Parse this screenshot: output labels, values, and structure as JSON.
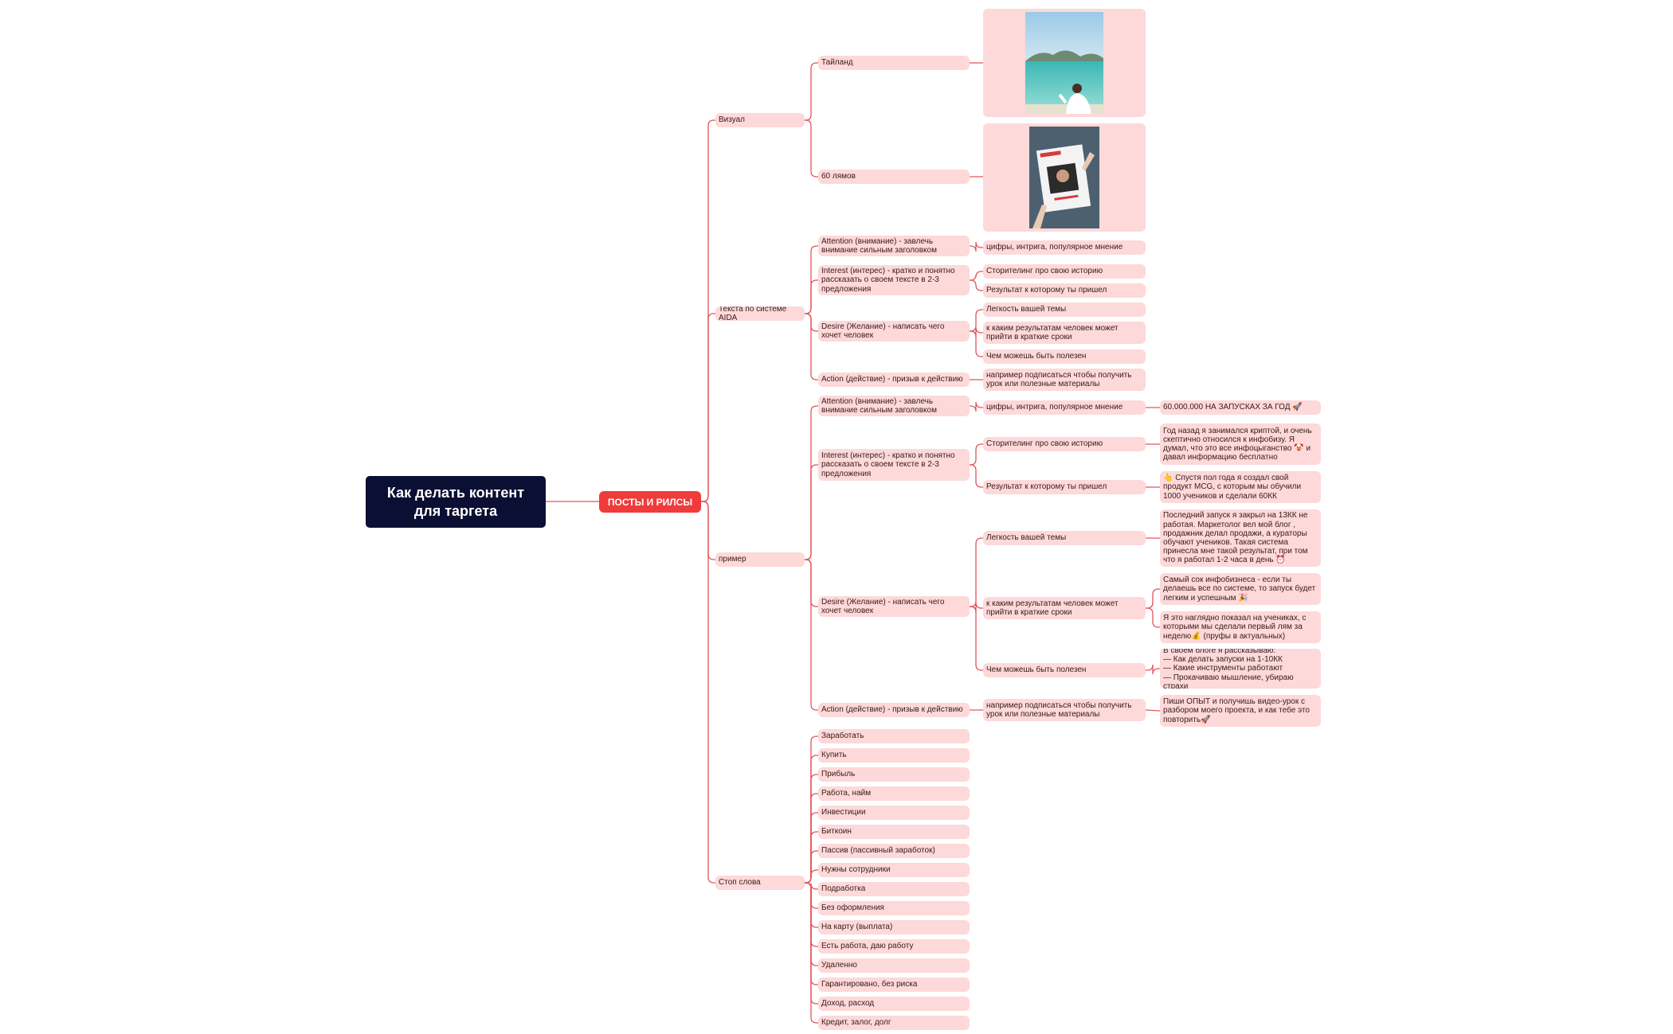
{
  "root": {
    "title": "Как делать контент\nдля таргета"
  },
  "hub": {
    "label": "ПОСТЫ И РИЛСЫ"
  },
  "branches": {
    "vizual": {
      "label": "Визуал",
      "children": [
        "Тайланд",
        "60 лямов"
      ]
    },
    "aida": {
      "label": "Текста по системе AIDA",
      "items": [
        {
          "label": "Attention (внимание) - завлечь внимание сильным заголовком",
          "children": [
            "цифры, интрига, популярное мнение"
          ]
        },
        {
          "label": "Interest (интерес) - кратко и понятно рассказать о своем тексте в 2-3 предложения",
          "children": [
            "Сторителинг про свою историю",
            "Результат к которому ты пришел"
          ]
        },
        {
          "label": "Desire (Желание) - написать чего хочет человек",
          "children": [
            "Легкость вашей темы",
            "к каким результатам человек может прийти в краткие сроки",
            "Чем можешь быть полезен"
          ]
        },
        {
          "label": "Action (действие) - призыв к действию",
          "children": [
            "например подписаться чтобы получить урок или полезные материалы"
          ]
        }
      ]
    },
    "primer": {
      "label": "пример",
      "items": [
        {
          "label": "Attention (внимание) - завлечь внимание сильным заголовком",
          "children": [
            {
              "label": "цифры, интрига, популярное мнение",
              "examples": [
                "60.000.000 НА ЗАПУСКАХ ЗА ГОД 🚀"
              ]
            }
          ]
        },
        {
          "label": "Interest (интерес) - кратко и понятно рассказать о своем тексте в 2-3 предложения",
          "children": [
            {
              "label": "Сторителинг про свою историю",
              "examples": [
                "Год назад я занимался криптой, и очень скептично относился к инфобизу. Я думал, что это все инфоцыганство 🤡 и давал информацию бесплатно"
              ]
            },
            {
              "label": "Результат к которому ты пришел",
              "examples": [
                "👆 Спустя пол года я создал свой продукт MCG, с которым мы обучили 1000 учеников и сделали 60КК"
              ]
            }
          ]
        },
        {
          "label": "Desire (Желание) - написать чего хочет человек",
          "children": [
            {
              "label": "Легкость вашей темы",
              "examples": [
                "Последний запуск я закрыл на 13КК не работая. Маркетолог вел мой блог , продажник делал продажи, а кураторы обучают учеников. Такая система принесла мне такой результат, при том что я работал 1-2 часа в день ⏰"
              ]
            },
            {
              "label": "к каким результатам человек может прийти в краткие сроки",
              "examples": [
                "Самый сок инфобизнеса - если ты делаешь все по системе, то запуск будет легким и успешным 🎉",
                "Я это наглядно показал на учениках, с которыми мы сделали первый лям за неделю💰 (пруфы в актуальных)"
              ]
            },
            {
              "label": "Чем можешь быть полезен",
              "examples": [
                "В своем блоге я рассказываю:\n— Как делать запуски на 1-10КК\n— Какие инструменты работают\n— Прокачиваю мышление, убираю страхи"
              ]
            }
          ]
        },
        {
          "label": "Action (действие) - призыв к действию",
          "children": [
            {
              "label": "например подписаться чтобы получить урок или полезные материалы",
              "examples": [
                "Пиши ОПЫТ и получишь видео-урок с разбором моего проекта, и как тебе это повторить🚀"
              ]
            }
          ]
        }
      ]
    },
    "stop": {
      "label": "Стоп слова",
      "words": [
        "Заработать",
        "Купить",
        "Прибыль",
        "Работа, найм",
        "Инвестиции",
        "Биткоин",
        "Пассив (пассивный заработок)",
        "Нужны сотрудники",
        "Подработка",
        "Без оформления",
        "На карту (выплата)",
        "Есть работа, даю работу",
        "Удаленно",
        "Гарантировано, без риска",
        "Доход, расход",
        "Кредит, залог, долг"
      ]
    }
  },
  "colors": {
    "root": "#0b0f33",
    "hub": "#ef3b3b",
    "node": "#fdd9d9",
    "line": "#e3535a",
    "text": "#3a1a1a"
  },
  "icons": [
    "photo-beach-man",
    "photo-magazine-cover"
  ]
}
